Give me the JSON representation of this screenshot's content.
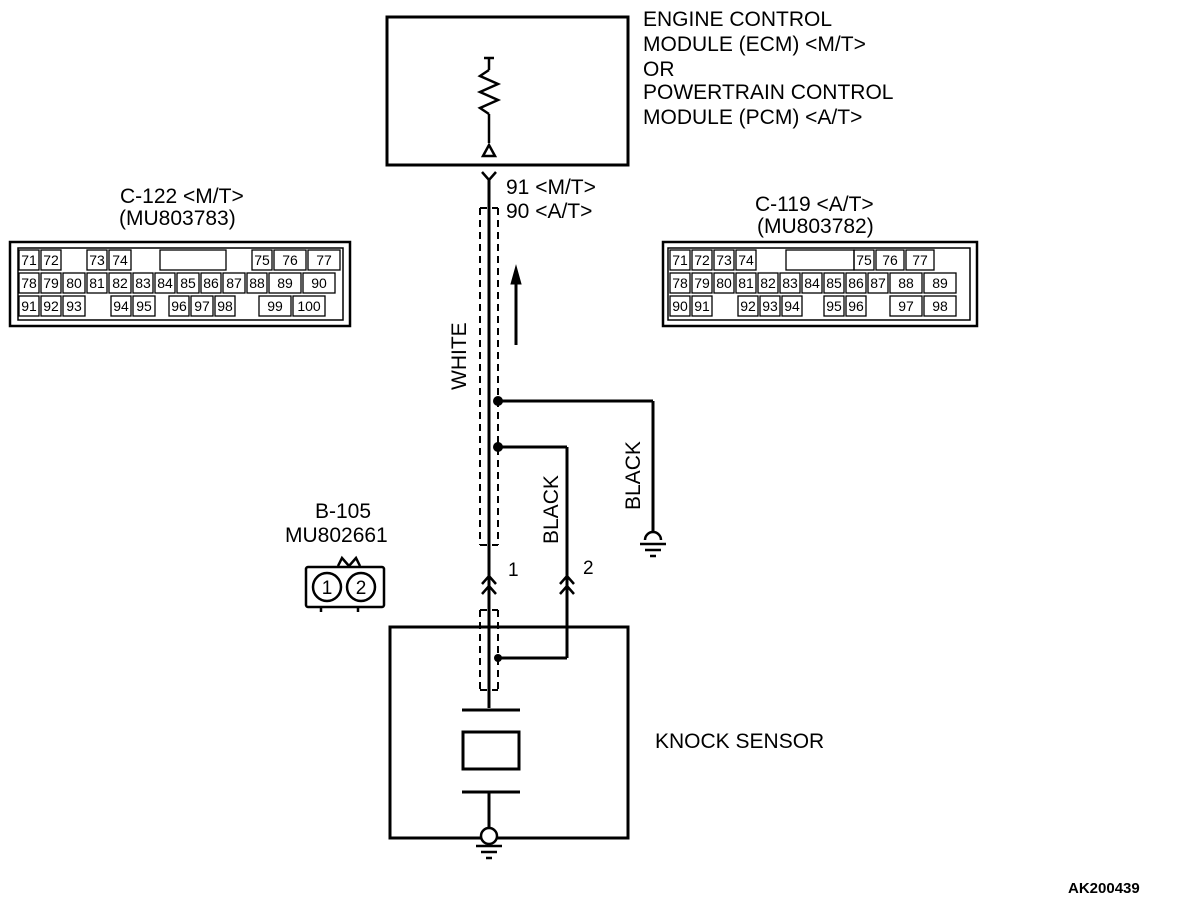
{
  "ecm": {
    "line1": "ENGINE CONTROL",
    "line2": "MODULE (ECM) <M/T>",
    "line3": "OR",
    "line4": "POWERTRAIN CONTROL",
    "line5": "MODULE (PCM) <A/T>"
  },
  "terminal": {
    "mt": "91 <M/T>",
    "at": "90 <A/T>"
  },
  "c122": {
    "title": "C-122 <M/T>",
    "part": "(MU803783)",
    "row1": [
      "71",
      "72",
      "",
      "73",
      "74",
      "",
      "",
      "",
      "",
      "75",
      "76",
      "77"
    ],
    "row2": [
      "78",
      "79",
      "80",
      "81",
      "82",
      "83",
      "84",
      "85",
      "86",
      "87",
      "88",
      "89",
      "90"
    ],
    "row3": [
      "91",
      "92",
      "93",
      "",
      "94",
      "95",
      "",
      "96",
      "97",
      "98",
      "",
      "99",
      "100"
    ]
  },
  "c119": {
    "title": "C-119 <A/T>",
    "part": "(MU803782)",
    "row1": [
      "71",
      "72",
      "73",
      "74",
      "",
      "",
      "",
      "75",
      "76",
      "77"
    ],
    "row2": [
      "78",
      "79",
      "80",
      "81",
      "82",
      "83",
      "84",
      "85",
      "86",
      "87",
      "88",
      "89"
    ],
    "row3": [
      "90",
      "91",
      "",
      "92",
      "93",
      "94",
      "",
      "95",
      "96",
      "",
      "97",
      "98"
    ]
  },
  "b105": {
    "title": "B-105",
    "part": "MU802661",
    "pin1": "1",
    "pin2": "2"
  },
  "wires": {
    "white": "WHITE",
    "black_sensor": "BLACK",
    "black_ground": "BLACK"
  },
  "pins": {
    "p1": "1",
    "p2": "2"
  },
  "knock_sensor": "KNOCK SENSOR",
  "code": "AK200439"
}
